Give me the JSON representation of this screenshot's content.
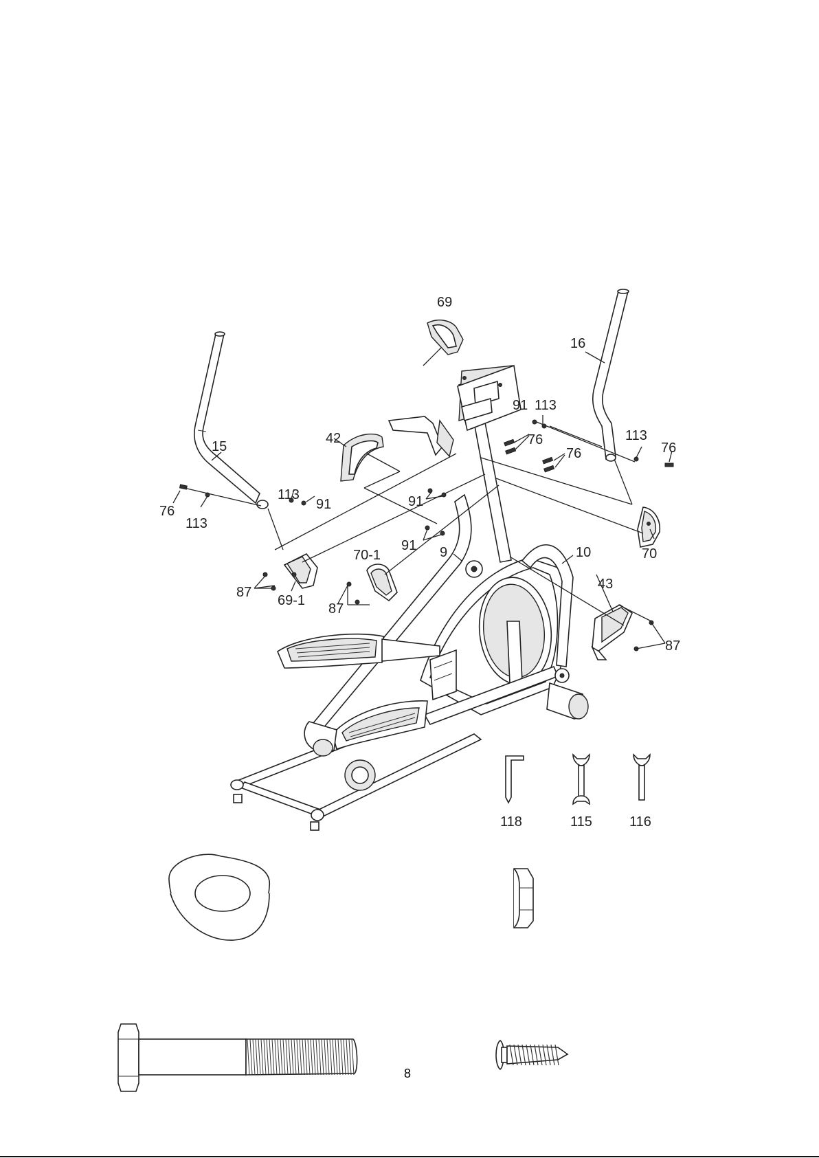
{
  "callouts": {
    "c69": "69",
    "c16": "16",
    "c91a": "91",
    "c113a": "113",
    "c42": "42",
    "c76a": "76",
    "c76b": "76",
    "c113b": "113",
    "c76c": "76",
    "c15": "15",
    "c113c": "113",
    "c91b": "91",
    "c76d": "76",
    "c113d": "113",
    "c91c": "91",
    "c91d": "91",
    "c70_1": "70-1",
    "c9": "9",
    "c10": "10",
    "c70": "70",
    "c87a": "87",
    "c69_1": "69-1",
    "c87b": "87",
    "c43": "43",
    "c87c": "87"
  },
  "tools": {
    "t118": "118",
    "t115": "115",
    "t116": "116"
  },
  "page_number": "8"
}
